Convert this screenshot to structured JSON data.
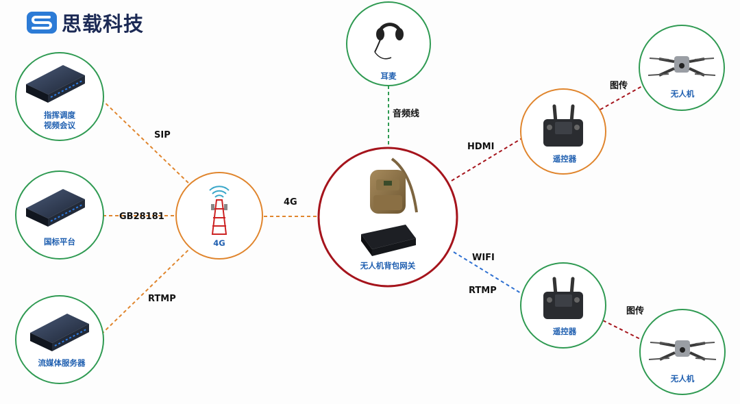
{
  "brand": {
    "name": "思载科技",
    "logo_icon": "s-logo-icon"
  },
  "colors": {
    "green": "#2f9a52",
    "orange": "#e0852d",
    "red": "#a5141c",
    "blue": "#2d6fd1",
    "label": "#1f5fb0"
  },
  "nodes": {
    "command": {
      "line1": "指挥调度",
      "line2": "视频会议",
      "icon": "server-icon"
    },
    "platform": {
      "label": "国标平台",
      "icon": "server-icon"
    },
    "media": {
      "label": "流媒体服务器",
      "icon": "server-icon"
    },
    "tower": {
      "label": "4G",
      "icon": "cell-tower-icon"
    },
    "headset": {
      "label": "耳麦",
      "icon": "headset-icon"
    },
    "gateway": {
      "label": "无人机背包网关",
      "icon": "backpack-gateway-icon"
    },
    "rc_top": {
      "label": "遥控器",
      "icon": "remote-controller-icon"
    },
    "rc_bottom": {
      "label": "遥控器",
      "icon": "remote-controller-icon"
    },
    "drone_top": {
      "label": "无人机",
      "icon": "drone-icon"
    },
    "drone_bottom": {
      "label": "无人机",
      "icon": "drone-icon"
    }
  },
  "edges": {
    "sip": "SIP",
    "gb28181": "GB28181",
    "rtmp_left": "RTMP",
    "g4": "4G",
    "audio": "音频线",
    "hdmi": "HDMI",
    "wifi": "WIFI",
    "rtmp_right": "RTMP",
    "video_top": "图传",
    "video_bottom": "图传"
  }
}
